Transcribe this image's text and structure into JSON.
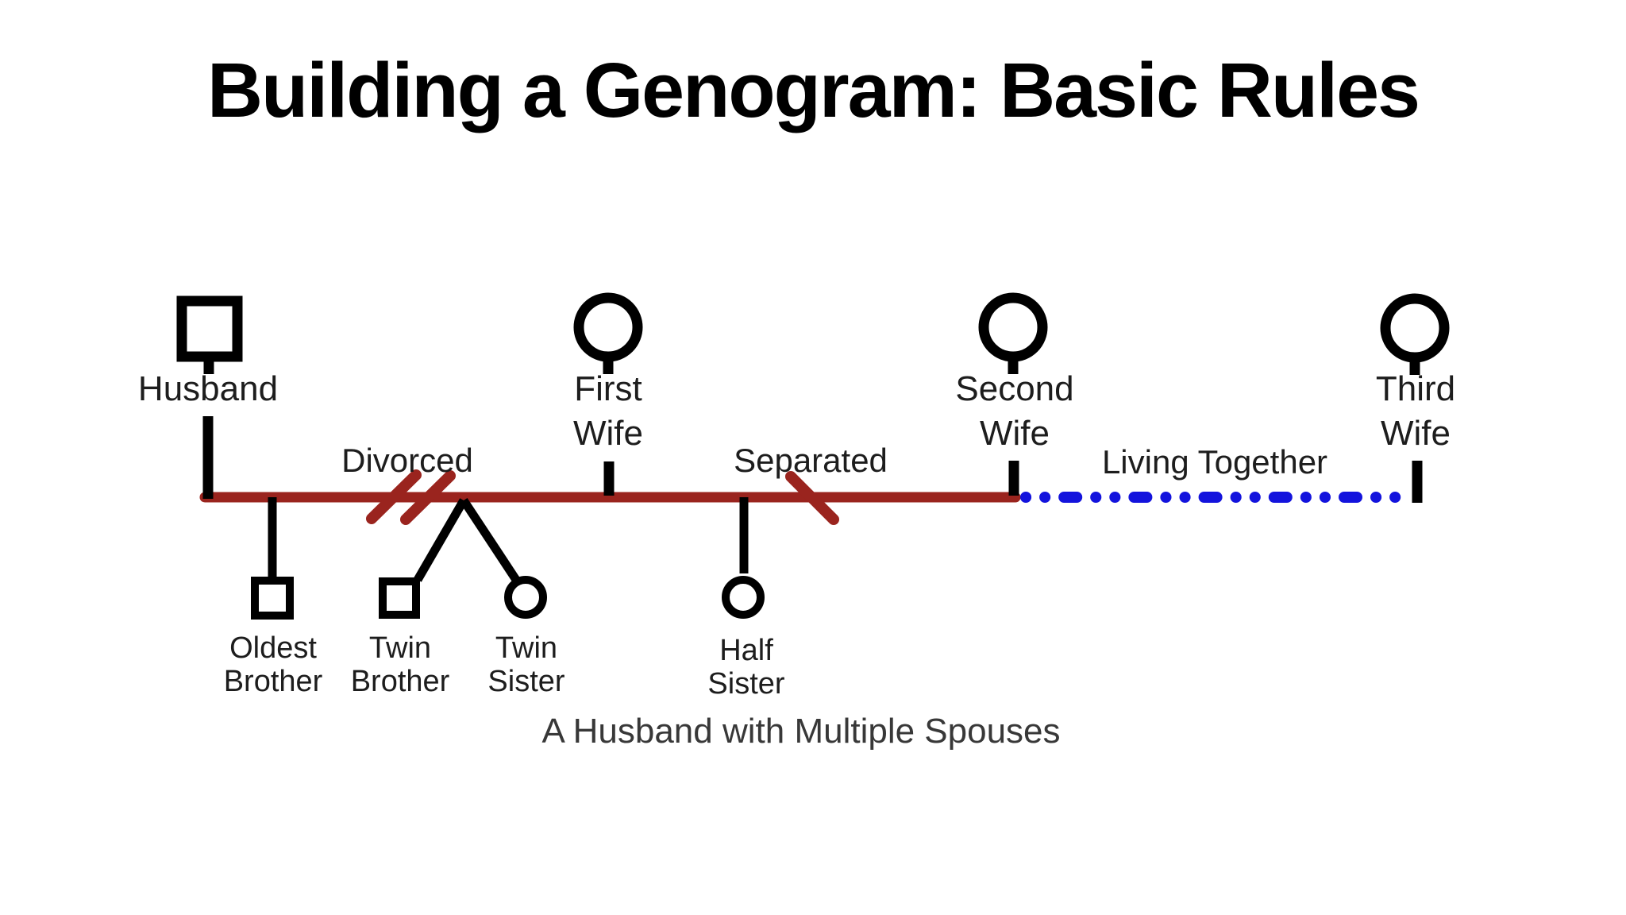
{
  "title": "Building a Genogram: Basic Rules",
  "caption": "A Husband with Multiple Spouses",
  "colors": {
    "marriage_line": "#9a241e",
    "divorce_slash": "#9a241e",
    "separation_slash": "#9a241e",
    "cohabitation_line": "#1313dd",
    "symbol_stroke": "#000000",
    "label_text": "#1d1d1d"
  },
  "relationships": {
    "divorced": "Divorced",
    "separated": "Separated",
    "living_together": "Living Together"
  },
  "persons": {
    "husband": {
      "symbol": "male-square-icon",
      "lines": [
        "Husband"
      ]
    },
    "first_wife": {
      "symbol": "female-circle-icon",
      "lines": [
        "First",
        "Wife"
      ]
    },
    "second_wife": {
      "symbol": "female-circle-icon",
      "lines": [
        "Second",
        "Wife"
      ]
    },
    "third_wife": {
      "symbol": "female-circle-icon",
      "lines": [
        "Third",
        "Wife"
      ]
    },
    "oldest_brother": {
      "symbol": "male-square-icon",
      "lines": [
        "Oldest",
        "Brother"
      ]
    },
    "twin_brother": {
      "symbol": "male-square-icon",
      "lines": [
        "Twin",
        "Brother"
      ]
    },
    "twin_sister": {
      "symbol": "female-circle-icon",
      "lines": [
        "Twin",
        "Sister"
      ]
    },
    "half_sister": {
      "symbol": "female-circle-icon",
      "lines": [
        "Half",
        "Sister"
      ]
    }
  }
}
